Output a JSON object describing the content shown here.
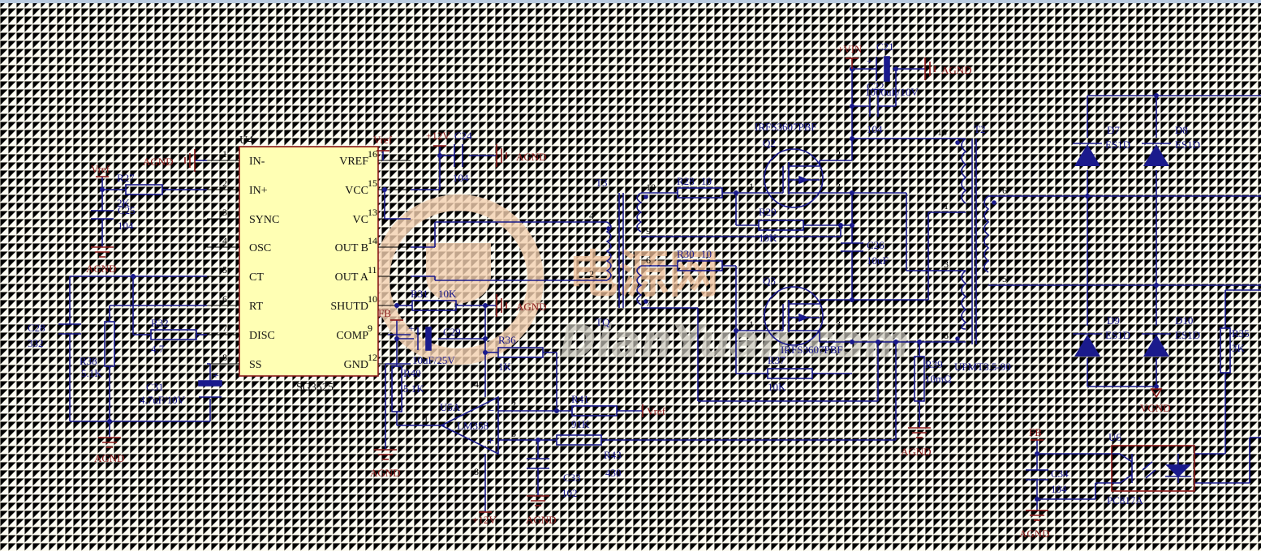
{
  "watermark": {
    "cn": "电源网",
    "en": "DianYuan.com"
  },
  "labels": {
    "agnd": "AGND",
    "vref": "Vref",
    "p12v": "+12V",
    "fb": "FB",
    "vin": "+VIN",
    "vgnd": "VGND"
  },
  "u4": {
    "ref": "U4",
    "part": "SG3525",
    "pins_left": [
      "IN-",
      "IN+",
      "SYNC",
      "OSC",
      "CT",
      "RT",
      "DISC",
      "SS"
    ],
    "pins_right": [
      "VREF",
      "VCC",
      "VC",
      "OUT B",
      "OUT A",
      "SHUTD",
      "COMP",
      "GND"
    ],
    "pinnums_left": [
      "1",
      "2",
      "3",
      "4",
      "5",
      "6",
      "7",
      "8"
    ],
    "pinnums_right": [
      "16",
      "15",
      "13",
      "14",
      "11",
      "10",
      "9",
      "12"
    ]
  },
  "parts": {
    "r27": {
      "ref": "R27",
      "value": "2K"
    },
    "c25": {
      "ref": "C25",
      "value": "104"
    },
    "c28": {
      "ref": "C28",
      "value": "332"
    },
    "r32": {
      "ref": "R32",
      "value": "4.7"
    },
    "r38": {
      "ref": "R38",
      "value": "5.1K"
    },
    "c31": {
      "ref": "C31",
      "value": "4.7uF/10V"
    },
    "c24": {
      "ref": "C24",
      "value": "104"
    },
    "r31": {
      "ref": "R31",
      "value": "10K"
    },
    "c29": {
      "ref": "C29",
      "value": "10uF/25V"
    },
    "r36": {
      "ref": "R36",
      "value": "1K"
    },
    "r40": {
      "ref": "R40",
      "value": "5.1K"
    },
    "u5a": {
      "ref": "U5A",
      "value": "LM358",
      "pins": [
        "4",
        "2",
        "3",
        "1",
        "8"
      ]
    },
    "r41": {
      "ref": "R41",
      "value": "91K"
    },
    "r43": {
      "ref": "R43",
      "value": "430"
    },
    "c33": {
      "ref": "C33",
      "value": "102"
    },
    "t3": {
      "ref": "T3",
      "value": "TQ",
      "pins": [
        "4",
        "2",
        "10",
        "9",
        "6",
        "7"
      ]
    },
    "r28": {
      "ref": "R28",
      "value": "10"
    },
    "r30": {
      "ref": "R30",
      "value": "10"
    },
    "r29": {
      "ref": "R29",
      "value": "10K"
    },
    "r37": {
      "ref": "R37",
      "value": "10K"
    },
    "q2": {
      "ref": "Q2",
      "value": "IRFS3607PBF",
      "pins": [
        "1",
        "2",
        "3"
      ]
    },
    "q3": {
      "ref": "Q3",
      "value": "IRFS3607PBF",
      "pins": [
        "1",
        "2",
        "3"
      ]
    },
    "c21": {
      "ref": "C21",
      "value": "1000uF/10V"
    },
    "c22": {
      "ref": "C22",
      "value": "104"
    },
    "c26": {
      "ref": "C26",
      "value": "10uF"
    },
    "r39": {
      "ref": "R39",
      "value": "10mΩ"
    },
    "t2": {
      "ref": "T2",
      "value": "UPMT3.5-90",
      "pins": [
        "10",
        "1",
        "3",
        "8",
        "6",
        "5"
      ]
    },
    "d7": {
      "ref": "D7",
      "value": "ES1D"
    },
    "d8": {
      "ref": "D8",
      "value": "ES1D"
    },
    "d9": {
      "ref": "D9",
      "value": "ES1D"
    },
    "d10": {
      "ref": "D10",
      "value": "ES1D"
    },
    "r35": {
      "ref": "R35",
      "value": "3K"
    },
    "u6": {
      "ref": "U6",
      "value": "PC817A"
    },
    "c34": {
      "ref": "C34",
      "value": "104"
    }
  },
  "colors": {
    "wire": "#1a1a8c",
    "power": "#8b1a1a",
    "chip_fill": "#ffffb4",
    "background": "#fdfcf2"
  }
}
